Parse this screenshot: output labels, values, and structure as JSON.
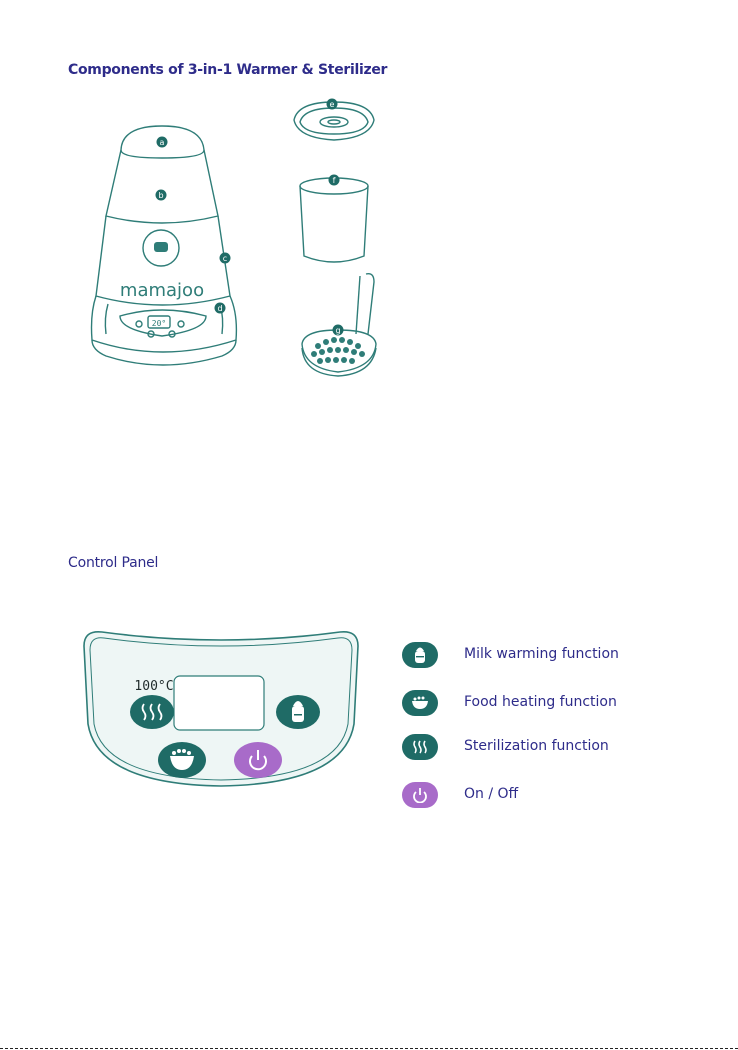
{
  "title": "Components of  3-in-1 Warmer & Sterilizer",
  "product": {
    "brand": "mamajoo",
    "display_temp": "20°",
    "part_labels": [
      "a",
      "b",
      "c",
      "d",
      "e",
      "f",
      "g"
    ]
  },
  "control_panel": {
    "heading": "Control Panel",
    "temp_readout": "100°C",
    "legend": [
      {
        "icon": "bottle-icon",
        "label": "Milk warming function",
        "color": "#1f6b66"
      },
      {
        "icon": "bowl-icon",
        "label": "Food heating function",
        "color": "#1f6b66"
      },
      {
        "icon": "steam-icon",
        "label": "Sterilization function",
        "color": "#1f6b66"
      },
      {
        "icon": "power-icon",
        "label": "On / Off",
        "color": "#a86bc9"
      }
    ]
  },
  "colors": {
    "teal": "#1f6b66",
    "purple": "#a86bc9",
    "heading": "#2e2c8a",
    "outline": "#2f7d78"
  }
}
